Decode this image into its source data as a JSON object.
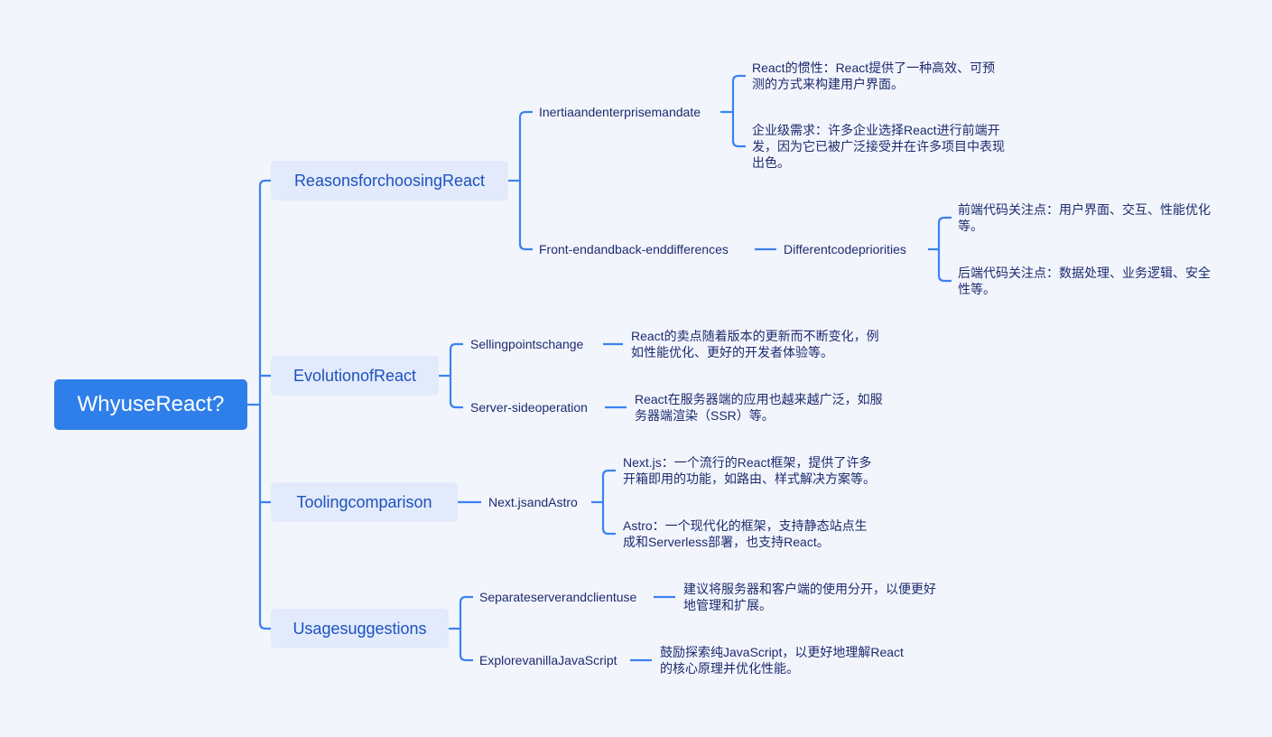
{
  "root": "WhyuseReact?",
  "branches": [
    {
      "label": "ReasonsforchoosingReact",
      "children": [
        {
          "label": "Inertiaandenterprisemandate",
          "leaves": [
            [
              "React的惯性：React提供了一种高效、可预",
              "测的方式来构建用户界面。"
            ],
            [
              "企业级需求：许多企业选择React进行前端开",
              "发，因为它已被广泛接受并在许多项目中表现",
              "出色。"
            ]
          ]
        },
        {
          "label": "Front-endandback-enddifferences",
          "sub": "Differentcodepriorities",
          "leaves": [
            [
              "前端代码关注点：用户界面、交互、性能优化",
              "等。"
            ],
            [
              "后端代码关注点：数据处理、业务逻辑、安全",
              "性等。"
            ]
          ]
        }
      ]
    },
    {
      "label": "EvolutionofReact",
      "children": [
        {
          "label": "Sellingpointschange",
          "leaves": [
            [
              "React的卖点随着版本的更新而不断变化，例",
              "如性能优化、更好的开发者体验等。"
            ]
          ]
        },
        {
          "label": "Server-sideoperation",
          "leaves": [
            [
              "React在服务器端的应用也越来越广泛，如服",
              "务器端渲染（SSR）等。"
            ]
          ]
        }
      ]
    },
    {
      "label": "Toolingcomparison",
      "children": [
        {
          "label": "Next.jsandAstro",
          "leaves": [
            [
              "Next.js：一个流行的React框架，提供了许多",
              "开箱即用的功能，如路由、样式解决方案等。"
            ],
            [
              "Astro：一个现代化的框架，支持静态站点生",
              "成和Serverless部署，也支持React。"
            ]
          ]
        }
      ]
    },
    {
      "label": "Usagesuggestions",
      "children": [
        {
          "label": "Separateserverandclientuse",
          "leaves": [
            [
              "建议将服务器和客户端的使用分开，以便更好",
              "地管理和扩展。"
            ]
          ]
        },
        {
          "label": "ExplorevanillaJavaScript",
          "leaves": [
            [
              "鼓励探索纯JavaScript，以更好地理解React",
              "的核心原理并优化性能。"
            ]
          ]
        }
      ]
    }
  ],
  "colors": {
    "line": "#3b82f0",
    "root": "#2f7fea",
    "branch_fill": "#e2eafc"
  }
}
